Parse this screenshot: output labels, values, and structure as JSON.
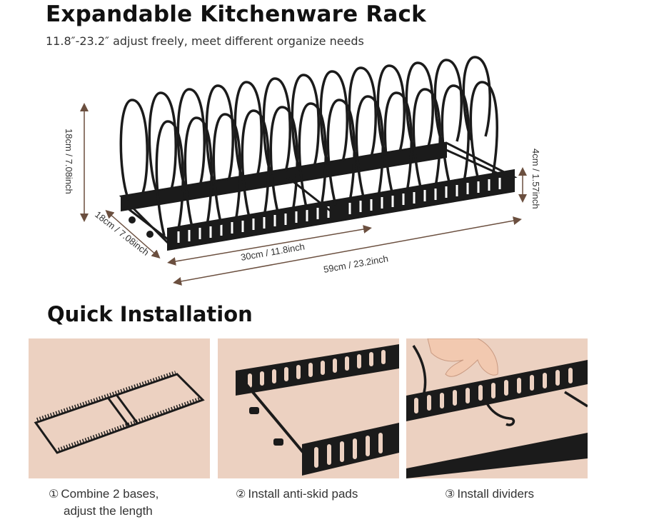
{
  "header": {
    "title": "Expandable Kitchenware Rack",
    "subtitle": "11.8″-23.2″ adjust freely, meet different organize needs"
  },
  "dimensions": {
    "height": "18cm / 7.08inch",
    "depth": "18cm / 7.08inch",
    "base_height": "4cm / 1.57inch",
    "min_length": "30cm / 11.8inch",
    "max_length": "59cm / 23.2inch"
  },
  "installation": {
    "title": "Quick Installation",
    "steps": [
      {
        "num": "①",
        "line1": "Combine 2 bases,",
        "line2": "adjust the length"
      },
      {
        "num": "②",
        "line1": "Install anti-skid pads"
      },
      {
        "num": "③",
        "line1": "Install dividers"
      }
    ]
  },
  "colors": {
    "panel_bg": "#ecd1c1",
    "rack": "#1b1b1b",
    "arrow": "#6b4f3f"
  }
}
